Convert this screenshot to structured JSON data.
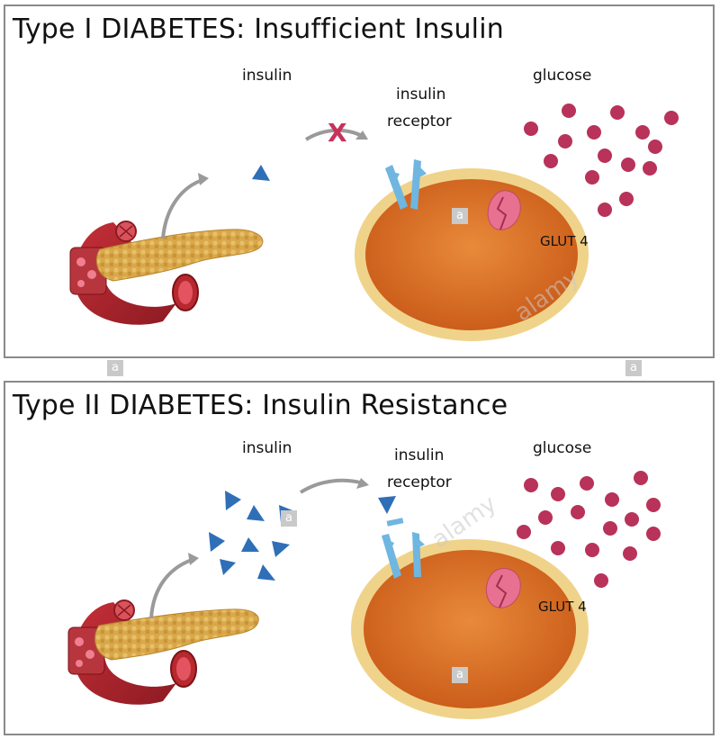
{
  "panels": [
    {
      "title": "Type I DIABETES: Insufficient Insulin",
      "insulin_label": "insulin",
      "receptor_label_1": "insulin",
      "receptor_label_2": "receptor",
      "glucose_label": "glucose",
      "glut_label": "GLUT 4",
      "blocked_mark": "X"
    },
    {
      "title": "Type II DIABETES: Insulin Resistance",
      "insulin_label": "insulin",
      "receptor_label_1": "insulin",
      "receptor_label_2": "receptor",
      "glucose_label": "glucose",
      "glut_label": "GLUT 4"
    }
  ],
  "watermark": {
    "box_letter": "a",
    "text": "alamy"
  },
  "colors": {
    "insulin": "#2f6fb8",
    "glucose": "#b8325a",
    "cell_fill": "#d86a22",
    "cell_membrane": "#f0d38a",
    "receptor": "#6fb6e0",
    "glut": "#e87090",
    "pancreas": "#d6a646",
    "vessel": "#a5212a",
    "arrow": "#9a9a9a",
    "block_x": "#c9305a"
  }
}
